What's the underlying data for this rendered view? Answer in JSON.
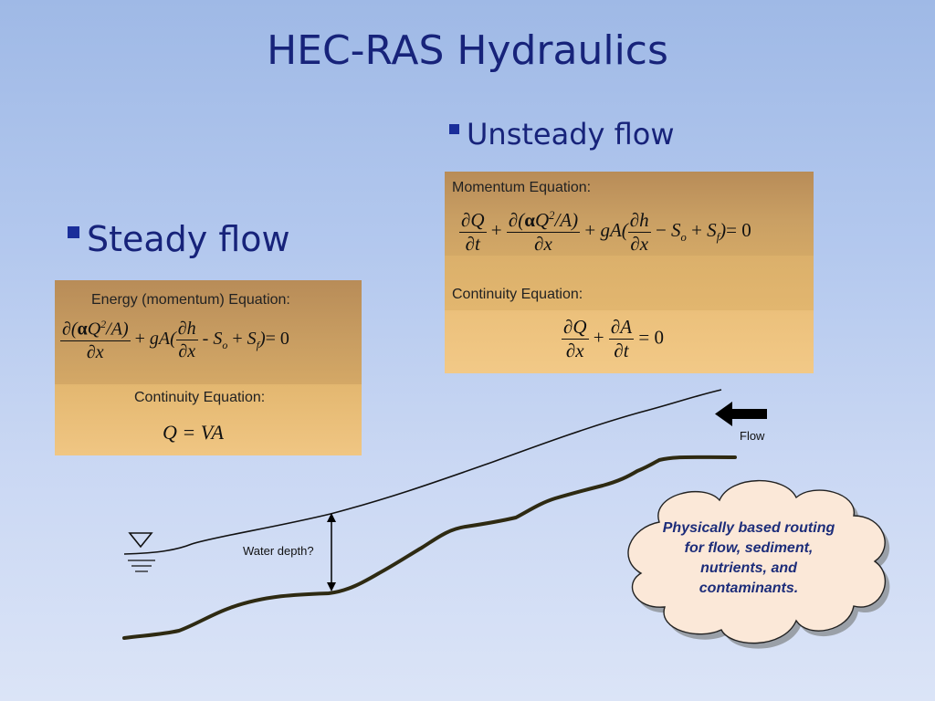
{
  "slide": {
    "title": "HEC-RAS Hydraulics",
    "bullets": {
      "unsteady": "Unsteady flow",
      "steady": "Steady flow"
    }
  },
  "unsteady_box": {
    "momentum_label": "Momentum Equation:",
    "continuity_label": "Continuity Equation:",
    "eq_tail": "= 0",
    "cont_tail": "= 0"
  },
  "steady_box": {
    "energy_label": "Energy (momentum) Equation:",
    "continuity_label": "Continuity Equation:",
    "eq_tail": "= 0",
    "continuity_eq": "Q = VA"
  },
  "diagram": {
    "flow_label": "Flow",
    "depth_label": "Water depth?",
    "colors": {
      "water_surface": "#111111",
      "bed": "#2e2a12",
      "arrow": "#000000"
    }
  },
  "callout": {
    "text": "Physically based routing for flow, sediment, nutrients, and contaminants.",
    "fill": "#fbe8d8",
    "text_color": "#1d2d7a"
  },
  "icons": [
    "water-level-icon",
    "flow-arrow-icon",
    "double-arrow-icon"
  ]
}
